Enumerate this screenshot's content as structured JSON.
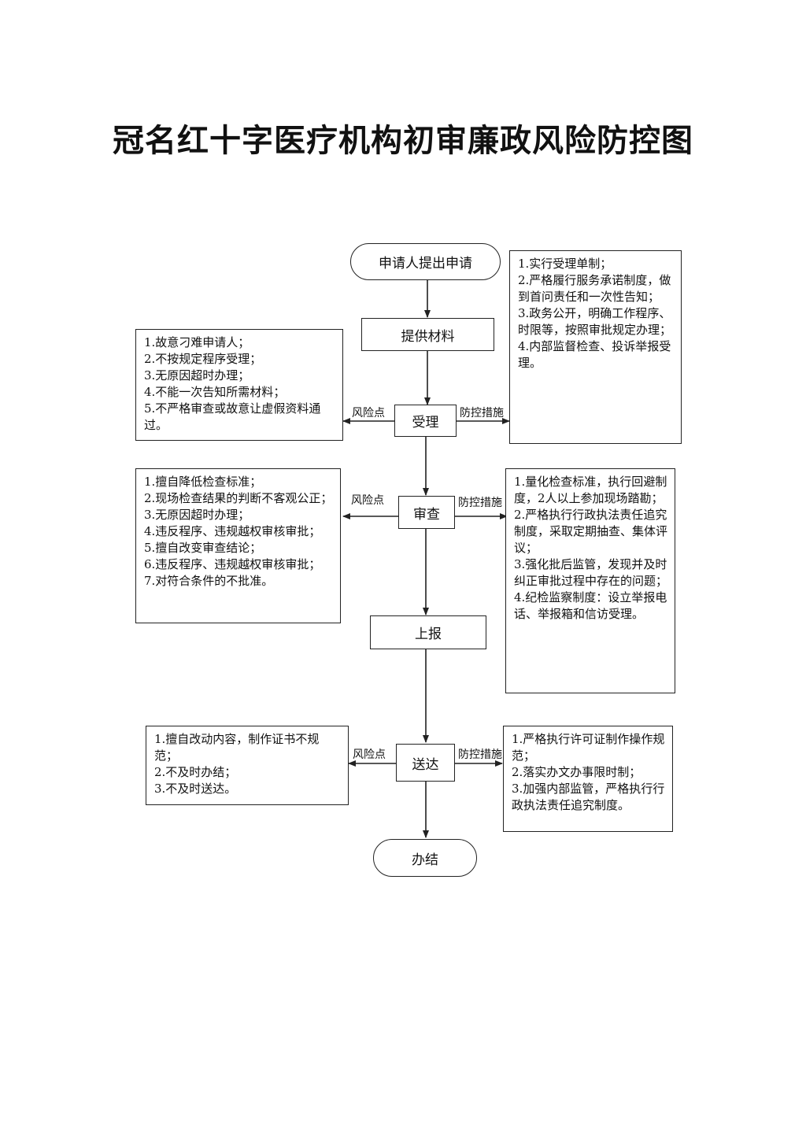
{
  "title": "冠名红十字医疗机构初审廉政风险防控图",
  "nodes": {
    "start": "申请人提出申请",
    "materials": "提供材料",
    "accept": "受理",
    "review": "审查",
    "report": "上报",
    "deliver": "送达",
    "finish": "办结"
  },
  "labels": {
    "risk": "风险点",
    "control": "防控措施"
  },
  "accept_risks": [
    "1.故意刁难申请人；",
    "2.不按规定程序受理；",
    "3.无原因超时办理；",
    "4.不能一次告知所需材料；",
    "5.不严格审查或故意让虚假资料通过。"
  ],
  "accept_controls": [
    "1.实行受理单制；",
    "2.严格履行服务承诺制度，做到首问责任和一次性告知；",
    "3.政务公开，明确工作程序、时限等，按照审批规定办理；",
    "4.内部监督检查、投诉举报受理。"
  ],
  "review_risks": [
    "1.擅自降低检查标准；",
    "2.现场检查结果的判断不客观公正；",
    "3.无原因超时办理；",
    "4.违反程序、违规越权审核审批；",
    "5.擅自改变审查结论；",
    "6.违反程序、违规越权审核审批；",
    "7.对符合条件的不批准。"
  ],
  "review_controls": [
    "1.量化检查标准，执行回避制度，2人以上参加现场踏勘；",
    "2.严格执行行政执法责任追究制度，采取定期抽查、集体评议；",
    "3.强化批后监管，发现并及时纠正审批过程中存在的问题；",
    "4.纪检监察制度：设立举报电话、举报箱和信访受理。"
  ],
  "deliver_risks": [
    "1.擅自改动内容，制作证书不规范；",
    "2.不及时办结；",
    "3.不及时送达。"
  ],
  "deliver_controls": [
    "1.严格执行许可证制作操作规范；",
    "2.落实办文办事限时制；",
    "3.加强内部监管，严格执行行政执法责任追究制度。"
  ]
}
